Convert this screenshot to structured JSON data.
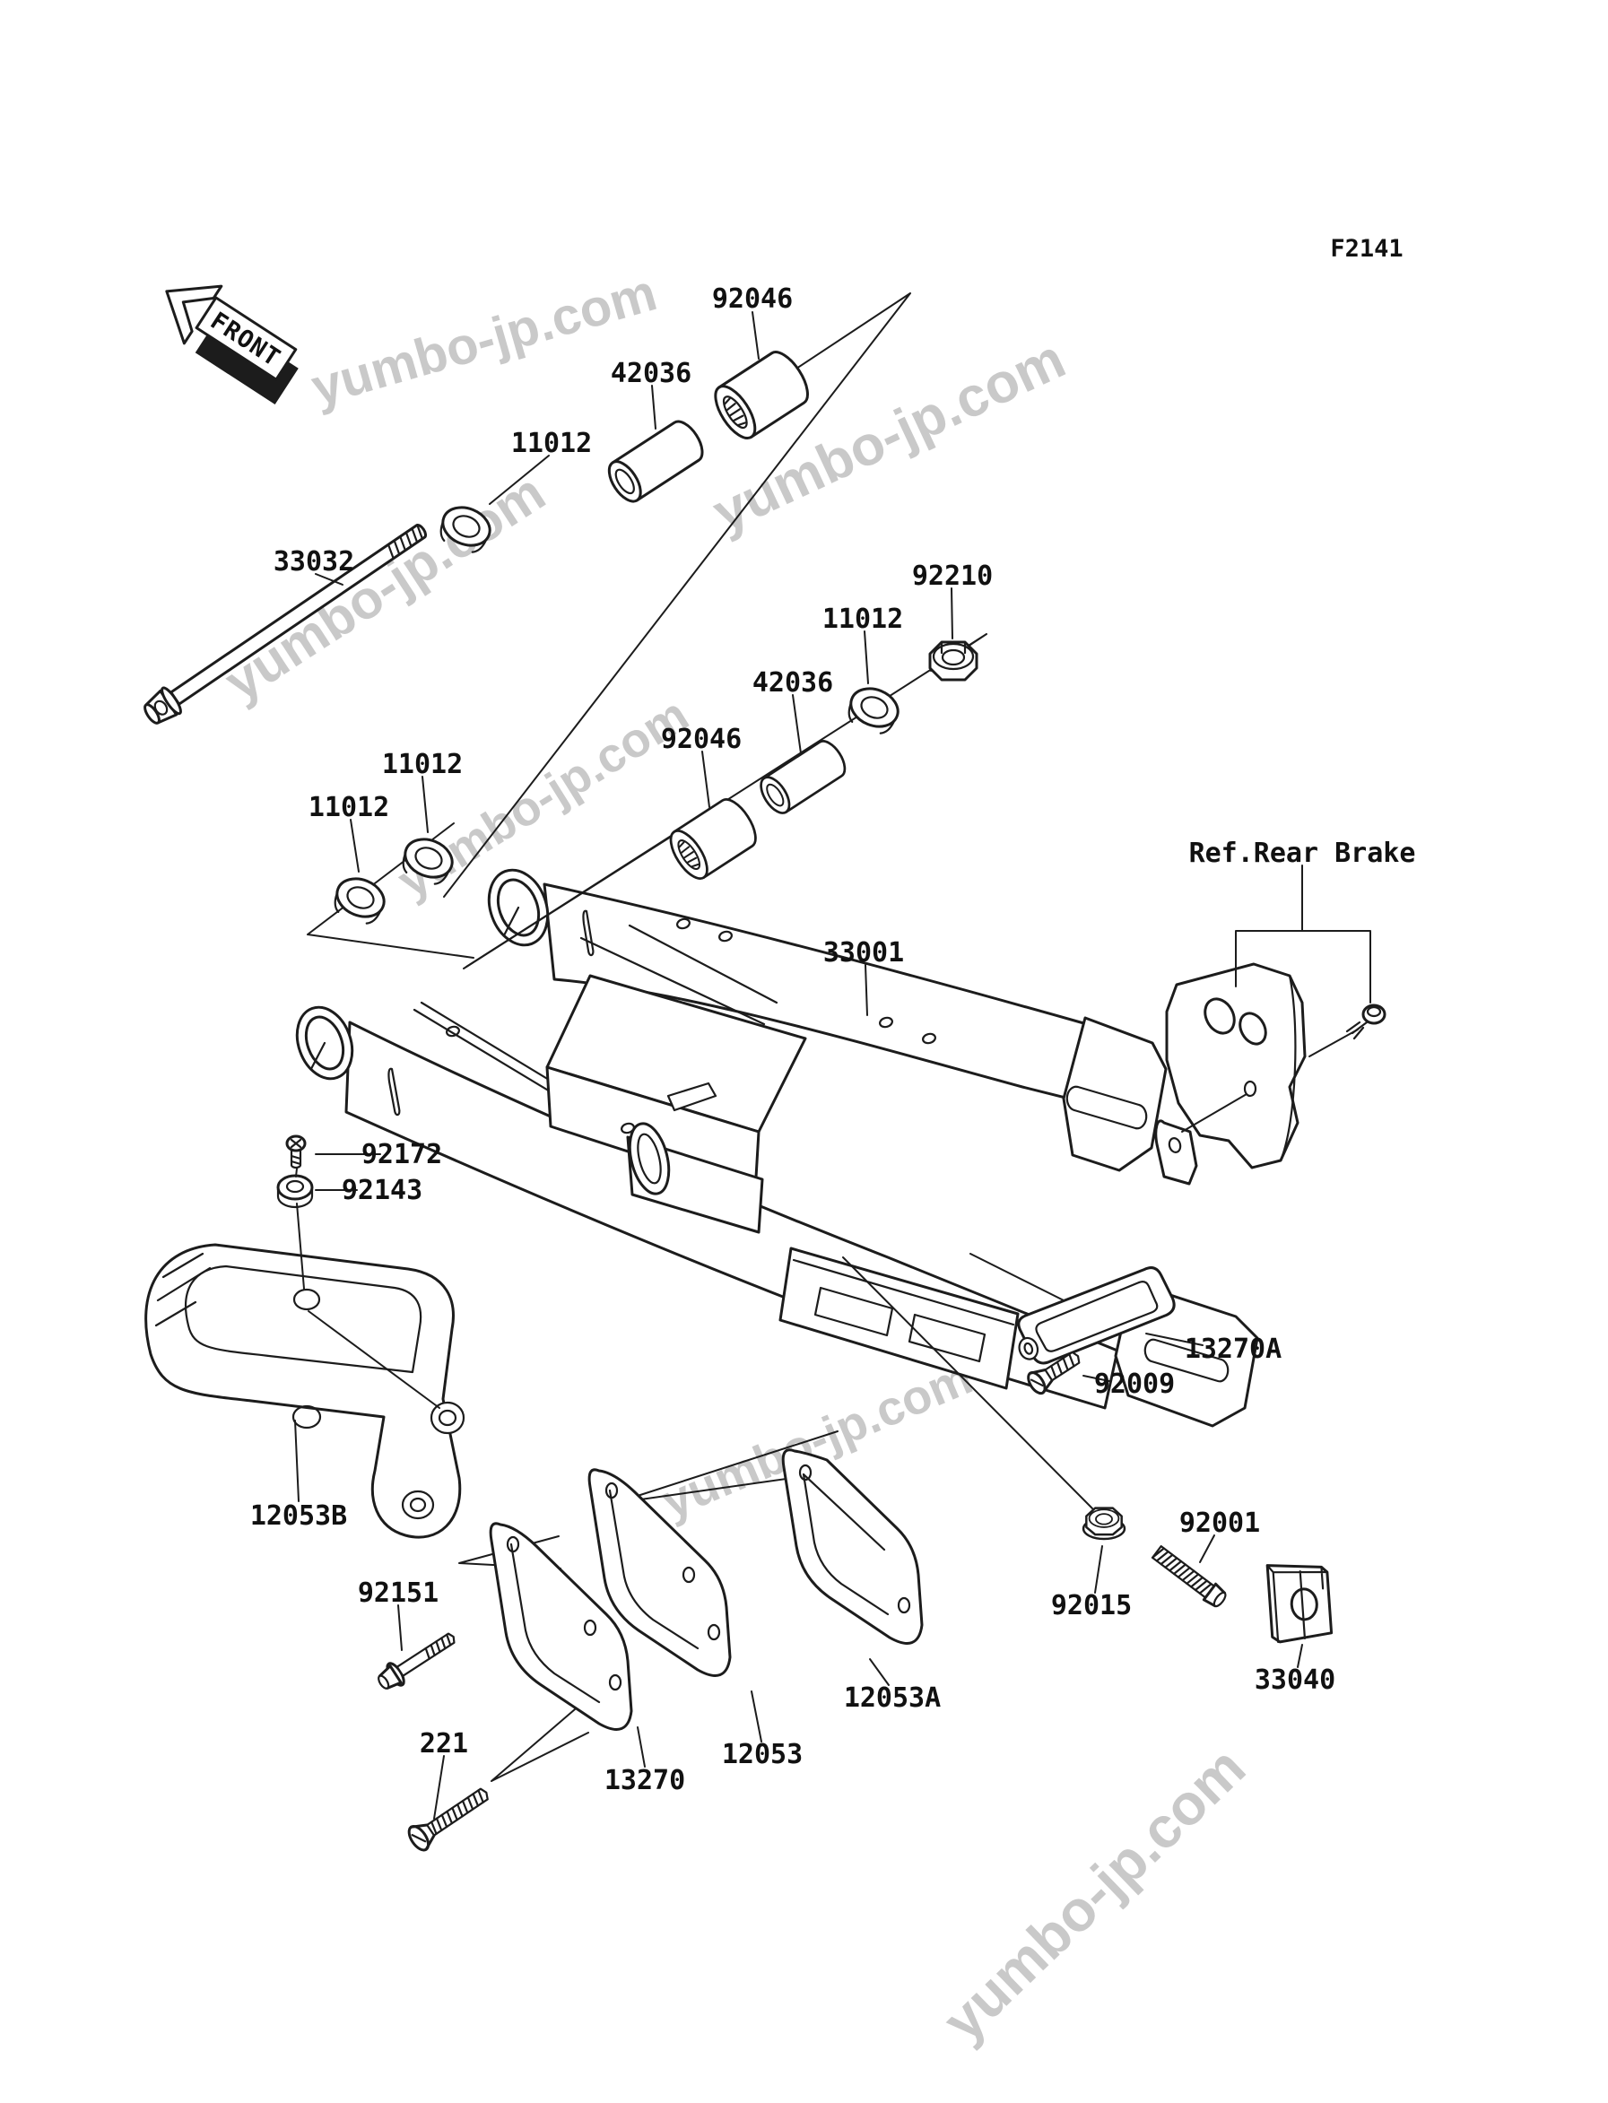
{
  "diagram": {
    "code": "F2141",
    "front_arrow": "FRONT",
    "watermark_text": "yumbo-jp.com",
    "colors": {
      "line": "#1c1c1c",
      "label": "#111111",
      "watermark": "#c9c9c9",
      "background": "#ffffff"
    }
  },
  "labels": [
    {
      "id": "33032",
      "text": "33032"
    },
    {
      "id": "11012-top",
      "text": "11012"
    },
    {
      "id": "42036-top",
      "text": "42036"
    },
    {
      "id": "92046-top",
      "text": "92046"
    },
    {
      "id": "92210",
      "text": "92210"
    },
    {
      "id": "11012-mid",
      "text": "11012"
    },
    {
      "id": "42036-mid",
      "text": "42036"
    },
    {
      "id": "92046-mid",
      "text": "92046"
    },
    {
      "id": "11012-left-a",
      "text": "11012"
    },
    {
      "id": "11012-left-b",
      "text": "11012"
    },
    {
      "id": "33001",
      "text": "33001"
    },
    {
      "id": "ref-rear-brake",
      "text": "Ref.Rear Brake"
    },
    {
      "id": "92172",
      "text": "92172"
    },
    {
      "id": "92143",
      "text": "92143"
    },
    {
      "id": "12053B",
      "text": "12053B"
    },
    {
      "id": "92151",
      "text": "92151"
    },
    {
      "id": "221",
      "text": "221"
    },
    {
      "id": "13270",
      "text": "13270"
    },
    {
      "id": "12053",
      "text": "12053"
    },
    {
      "id": "12053A",
      "text": "12053A"
    },
    {
      "id": "92015",
      "text": "92015"
    },
    {
      "id": "92001",
      "text": "92001"
    },
    {
      "id": "92009",
      "text": "92009"
    },
    {
      "id": "13270A",
      "text": "13270A"
    },
    {
      "id": "33040",
      "text": "33040"
    }
  ]
}
